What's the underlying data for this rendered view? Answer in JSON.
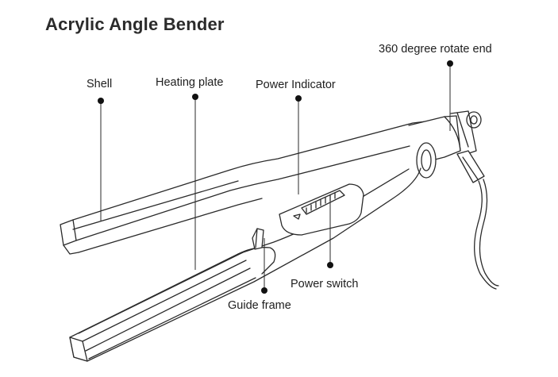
{
  "title": "Acrylic Angle Bender",
  "labels": {
    "shell": "Shell",
    "heating_plate": "Heating plate",
    "power_indicator": "Power Indicator",
    "rotate_end": "360 degree rotate end",
    "power_switch": "Power switch",
    "guide_frame": "Guide frame"
  },
  "colors": {
    "line": "#2a2a2a",
    "dot": "#111111",
    "text": "#1e1e1e"
  }
}
